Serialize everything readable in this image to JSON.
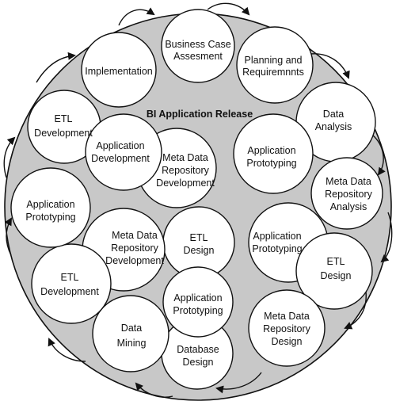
{
  "title": "BI Application Release",
  "colors": {
    "big_circle_fill": "#c8c8c8",
    "stroke": "#111111",
    "bubble_fill": "#ffffff"
  },
  "nodes": [
    {
      "id": "business-case",
      "lines": [
        "Business Case",
        "Assesment"
      ]
    },
    {
      "id": "planning",
      "lines": [
        "Planning and",
        "Requiremnnts"
      ]
    },
    {
      "id": "data-analysis",
      "lines": [
        "Data",
        "Analysis"
      ]
    },
    {
      "id": "app-proto-right-top",
      "lines": [
        "Application",
        "Prototyping"
      ]
    },
    {
      "id": "meta-repo-analysis",
      "lines": [
        "Meta Data",
        "Repository",
        "Analysis"
      ]
    },
    {
      "id": "app-proto-right-mid",
      "lines": [
        "Application",
        "Prototyping"
      ]
    },
    {
      "id": "etl-design-right",
      "lines": [
        "ETL",
        "Design"
      ]
    },
    {
      "id": "meta-repo-design",
      "lines": [
        "Meta Data",
        "Repository",
        "Design"
      ]
    },
    {
      "id": "etl-design-center",
      "lines": [
        "ETL",
        "Design"
      ]
    },
    {
      "id": "app-proto-center",
      "lines": [
        "Application",
        "Prototyping"
      ]
    },
    {
      "id": "database-design",
      "lines": [
        "Database",
        "Design"
      ]
    },
    {
      "id": "data-mining",
      "lines": [
        "Data",
        "Mining"
      ]
    },
    {
      "id": "meta-repo-dev-left",
      "lines": [
        "Meta Data",
        "Repository",
        "Development"
      ]
    },
    {
      "id": "etl-dev-left-bottom",
      "lines": [
        "ETL",
        "Development"
      ]
    },
    {
      "id": "app-proto-left",
      "lines": [
        "Application",
        "Prototyping"
      ]
    },
    {
      "id": "etl-dev-left-top",
      "lines": [
        "ETL",
        "Development"
      ]
    },
    {
      "id": "app-development",
      "lines": [
        "Application",
        "Development"
      ]
    },
    {
      "id": "meta-repo-dev-top",
      "lines": [
        "Meta Data",
        "Repository",
        "Development"
      ]
    },
    {
      "id": "implementation",
      "lines": [
        "Implementation"
      ]
    }
  ]
}
